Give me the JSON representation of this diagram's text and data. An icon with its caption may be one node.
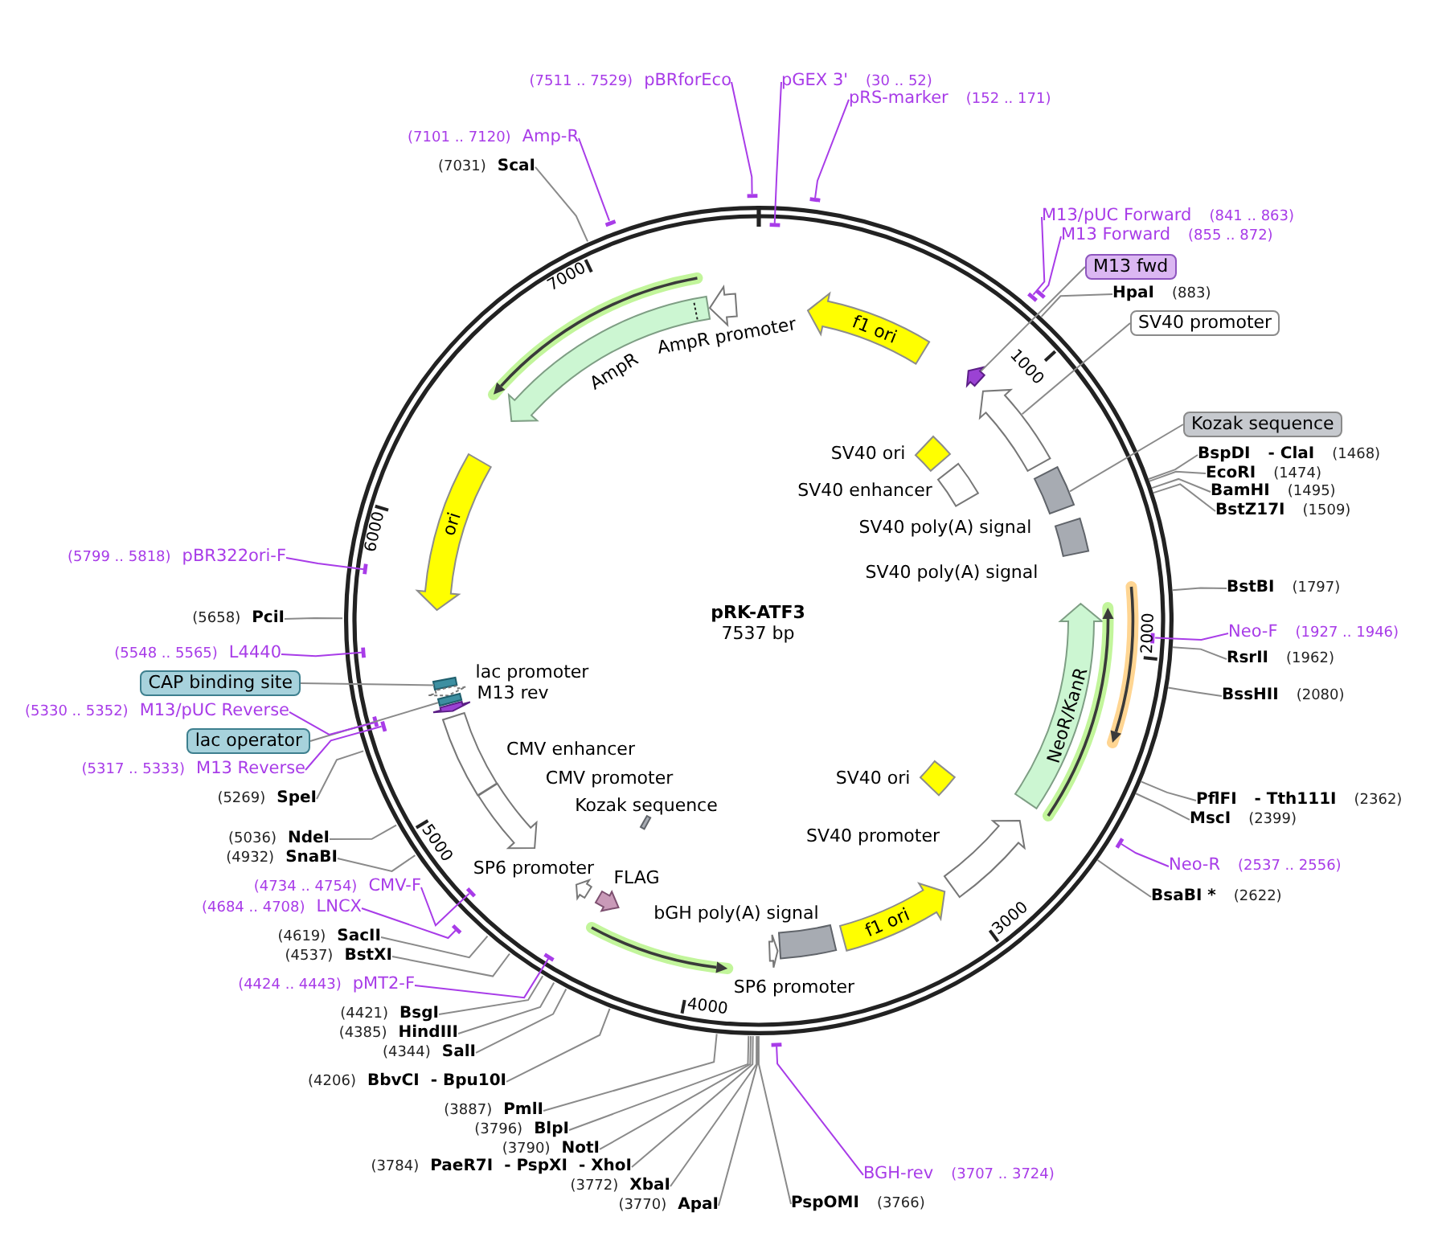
{
  "diagram": {
    "nodes": [
      {
        "text": [
          "pRK-ATF3",
          "7537 bp"
        ]
      },
      {
        "text": [
          "f1 ori"
        ],
        "in": 0
      },
      {
        "text": [],
        "shape": "arrow",
        "in": 0
      },
      {
        "text": [],
        "shape": "arrow",
        "in": 0
      },
      {
        "text": [],
        "shape": "box",
        "in": 0,
        "beside": [
          "SV40 ori"
        ]
      },
      {
        "text": [],
        "shape": "box",
        "in": 0,
        "beside": [
          "SV40 enhancer"
        ]
      },
      {
        "text": [],
        "shape": "box",
        "in": 0,
        "beside": [
          "SV40 poly(A) signal"
        ]
      },
      {
        "text": [],
        "shape": "box",
        "in": 0,
        "beside": [
          "SV40 poly(A) signal"
        ]
      },
      {
        "text": [
          "NeoR/KanR"
        ],
        "in": 0
      },
      {
        "text": [],
        "shape": "box",
        "in": 0,
        "beside": [
          "SV40 ori"
        ]
      },
      {
        "text": [],
        "shape": "arrow",
        "in": 0,
        "beside": [
          "SV40 promoter"
        ]
      },
      {
        "text": [
          "f1 ori"
        ],
        "in": 0
      },
      {
        "text": [],
        "shape": "box",
        "in": 0,
        "beside": [
          "bGH poly(A) signal"
        ]
      },
      {
        "text": [],
        "shape": "arrow",
        "in": 0,
        "beside": [
          "SP6 promoter"
        ]
      },
      {
        "text": [],
        "shape": "arrow",
        "in": 0,
        "beside": [
          "FLAG"
        ]
      },
      {
        "text": [],
        "shape": "box",
        "in": 0,
        "beside": [
          "Kozak sequence"
        ]
      },
      {
        "text": [],
        "shape": "arrow",
        "in": 0,
        "beside": [
          "SP6 promoter"
        ]
      },
      {
        "text": [],
        "shape": "arrow",
        "in": 0,
        "beside": [
          "CMV promoter"
        ]
      },
      {
        "text": [],
        "shape": "box",
        "in": 0,
        "beside": [
          "CMV enhancer"
        ]
      },
      {
        "text": [],
        "shape": "arrow",
        "in": 0,
        "beside": [
          "M13 rev"
        ]
      },
      {
        "text": [],
        "shape": "box",
        "in": 0
      },
      {
        "text": [],
        "shape": "arrow",
        "in": 0,
        "beside": [
          "lac promoter"
        ]
      },
      {
        "text": [],
        "shape": "box",
        "in": 0
      },
      {
        "text": [
          "ori"
        ],
        "in": 0
      },
      {
        "text": [],
        "shape": "arrow",
        "in": 0,
        "beside": [
          "AmpR"
        ]
      },
      {
        "text": [],
        "shape": "arrow",
        "in": 0,
        "beside": [
          "AmpR promoter"
        ]
      },
      {
        "text": [
          "(7511 .. 7529)",
          "pBRforEco"
        ]
      },
      {
        "text": [],
        "shape": "bar"
      },
      {
        "text": [
          "pGEX 3'",
          "(30 .. 52)"
        ]
      },
      {
        "text": [],
        "shape": "bar",
        "in": 0
      },
      {
        "text": [
          "pRS-marker",
          "(152 .. 171)"
        ]
      },
      {
        "text": [],
        "shape": "bar"
      },
      {
        "text": [
          "M13/pUC Forward",
          "(841 .. 863)"
        ]
      },
      {
        "text": [],
        "shape": "bar"
      },
      {
        "text": [
          "M13 Forward",
          "(855 .. 872)"
        ]
      },
      {
        "text": [],
        "shape": "bar"
      },
      {
        "text": [
          "M13 fwd"
        ]
      },
      {
        "text": [
          "HpaI",
          "(883)"
        ]
      },
      {
        "text": [
          "SV40 promoter"
        ]
      },
      {
        "text": [
          "Kozak sequence"
        ]
      },
      {
        "text": [
          "BspDI",
          "- ClaI",
          "(1468)"
        ]
      },
      {
        "text": [
          "EcoRI",
          "(1474)"
        ]
      },
      {
        "text": [
          "BamHI",
          "(1495)"
        ]
      },
      {
        "text": [
          "BstZ17I",
          "(1509)"
        ]
      },
      {
        "text": [
          "BstBI",
          "(1797)"
        ]
      },
      {
        "text": [
          "Neo-F",
          "(1927 .. 1946)"
        ]
      },
      {
        "text": [],
        "shape": "bar",
        "in": 0
      },
      {
        "text": [
          "RsrII",
          "(1962)"
        ]
      },
      {
        "text": [
          "BssHII",
          "(2080)"
        ]
      },
      {
        "text": [
          "PflFI",
          "- Tth111I",
          "(2362)"
        ]
      },
      {
        "text": [
          "MscI",
          "(2399)"
        ]
      },
      {
        "text": [
          "Neo-R",
          "(2537 .. 2556)"
        ]
      },
      {
        "text": [],
        "shape": "bar"
      },
      {
        "text": [
          "BsaBI *",
          "(2622)"
        ]
      },
      {
        "text": [
          "BGH-rev",
          "(3707 .. 3724)"
        ]
      },
      {
        "text": [],
        "shape": "bar"
      },
      {
        "text": [
          "PspOMI",
          "(3766)"
        ]
      },
      {
        "text": [
          "(3770)",
          "ApaI"
        ]
      },
      {
        "text": [
          "(3772)",
          "XbaI"
        ]
      },
      {
        "text": [
          "(3784)",
          "PaeR7I",
          "- PspXI",
          "- XhoI"
        ]
      },
      {
        "text": [
          "(3790)",
          "NotI"
        ]
      },
      {
        "text": [
          "(3796)",
          "BlpI"
        ]
      },
      {
        "text": [
          "(3887)",
          "PmlI"
        ]
      },
      {
        "text": [
          "(4206)",
          "BbvCI",
          "- Bpu10I"
        ]
      },
      {
        "text": [
          "(4344)",
          "SalI"
        ]
      },
      {
        "text": [
          "(4385)",
          "HindIII"
        ]
      },
      {
        "text": [
          "(4421)",
          "BsgI"
        ]
      },
      {
        "text": [
          "(4424 .. 4443)",
          "pMT2-F"
        ]
      },
      {
        "text": [],
        "shape": "bar",
        "in": 0
      },
      {
        "text": [
          "(4537)",
          "BstXI"
        ]
      },
      {
        "text": [
          "(4619)",
          "SacII"
        ]
      },
      {
        "text": [
          "(4684 .. 4708)",
          "LNCX"
        ]
      },
      {
        "text": [],
        "shape": "bar"
      },
      {
        "text": [
          "(4734 .. 4754)",
          "CMV-F"
        ]
      },
      {
        "text": [],
        "shape": "bar",
        "in": 0
      },
      {
        "text": [
          "(4932)",
          "SnaBI"
        ]
      },
      {
        "text": [
          "(5036)",
          "NdeI"
        ]
      },
      {
        "text": [
          "(5269)",
          "SpeI"
        ]
      },
      {
        "text": [
          "(5317 .. 5333)",
          "M13 Reverse"
        ]
      },
      {
        "text": [],
        "shape": "bar",
        "in": 0
      },
      {
        "text": [
          "lac operator"
        ]
      },
      {
        "text": [
          "(5330 .. 5352)",
          "M13/pUC Reverse"
        ]
      },
      {
        "text": [],
        "shape": "bar",
        "in": 0
      },
      {
        "text": [
          "CAP binding site"
        ]
      },
      {
        "text": [
          "(5548 .. 5565)",
          "L4440"
        ]
      },
      {
        "text": [],
        "shape": "bar",
        "in": 0
      },
      {
        "text": [
          "(5658)",
          "PciI"
        ]
      },
      {
        "text": [
          "(5799 .. 5818)",
          "pBR322ori-F"
        ]
      },
      {
        "text": [],
        "shape": "bar",
        "in": 0
      },
      {
        "text": [
          "(7031)",
          "ScaI"
        ]
      },
      {
        "text": [
          "(7101 .. 7120)",
          "Amp-R"
        ]
      },
      {
        "text": [],
        "shape": "bar"
      }
    ],
    "edges": [
      {
        "from": 26,
        "to": 27,
        "arrow": "none",
        "color": "#a83ce8"
      },
      {
        "from": 28,
        "to": 29,
        "arrow": "none",
        "color": "#a83ce8"
      },
      {
        "from": 30,
        "to": 31,
        "arrow": "none",
        "color": "#a83ce8"
      },
      {
        "from": 32,
        "to": 33,
        "arrow": "none",
        "color": "#a83ce8"
      },
      {
        "from": 34,
        "to": 35,
        "arrow": "none",
        "color": "#a83ce8"
      },
      {
        "from": 36,
        "to": 2,
        "arrow": "none"
      },
      {
        "from": 37,
        "to": 0,
        "arrow": "none"
      },
      {
        "from": 38,
        "to": 3,
        "arrow": "none"
      },
      {
        "from": 39,
        "to": 6,
        "arrow": "none"
      },
      {
        "from": 40,
        "to": 0,
        "arrow": "none"
      },
      {
        "from": 41,
        "to": 0,
        "arrow": "none"
      },
      {
        "from": 42,
        "to": 0,
        "arrow": "none"
      },
      {
        "from": 43,
        "to": 0,
        "arrow": "none"
      },
      {
        "from": 44,
        "to": 0,
        "arrow": "none"
      },
      {
        "from": 45,
        "to": 46,
        "arrow": "none",
        "color": "#a83ce8"
      },
      {
        "from": 47,
        "to": 0,
        "arrow": "none"
      },
      {
        "from": 48,
        "to": 0,
        "arrow": "none"
      },
      {
        "from": 49,
        "to": 0,
        "arrow": "none"
      },
      {
        "from": 50,
        "to": 0,
        "arrow": "none"
      },
      {
        "from": 51,
        "to": 52,
        "arrow": "none",
        "color": "#a83ce8"
      },
      {
        "from": 53,
        "to": 0,
        "arrow": "none"
      },
      {
        "from": 54,
        "to": 55,
        "arrow": "none",
        "color": "#a83ce8"
      },
      {
        "from": 56,
        "to": 0,
        "arrow": "none"
      },
      {
        "from": 57,
        "to": 0,
        "arrow": "none"
      },
      {
        "from": 58,
        "to": 0,
        "arrow": "none"
      },
      {
        "from": 59,
        "to": 0,
        "arrow": "none"
      },
      {
        "from": 60,
        "to": 0,
        "arrow": "none"
      },
      {
        "from": 61,
        "to": 0,
        "arrow": "none"
      },
      {
        "from": 62,
        "to": 0,
        "arrow": "none"
      },
      {
        "from": 63,
        "to": 0,
        "arrow": "none"
      },
      {
        "from": 64,
        "to": 0,
        "arrow": "none"
      },
      {
        "from": 65,
        "to": 0,
        "arrow": "none"
      },
      {
        "from": 66,
        "to": 0,
        "arrow": "none"
      },
      {
        "from": 67,
        "to": 68,
        "arrow": "none",
        "color": "#a83ce8"
      },
      {
        "from": 69,
        "to": 0,
        "arrow": "none"
      },
      {
        "from": 70,
        "to": 0,
        "arrow": "none"
      },
      {
        "from": 71,
        "to": 72,
        "arrow": "none",
        "color": "#a83ce8"
      },
      {
        "from": 73,
        "to": 74,
        "arrow": "none",
        "color": "#a83ce8"
      },
      {
        "from": 75,
        "to": 0,
        "arrow": "none"
      },
      {
        "from": 76,
        "to": 0,
        "arrow": "none"
      },
      {
        "from": 77,
        "to": 0,
        "arrow": "none"
      },
      {
        "from": 78,
        "to": 79,
        "arrow": "none",
        "color": "#a83ce8"
      },
      {
        "from": 80,
        "to": 22,
        "arrow": "none"
      },
      {
        "from": 81,
        "to": 82,
        "arrow": "none",
        "color": "#a83ce8"
      },
      {
        "from": 83,
        "to": 20,
        "arrow": "none"
      },
      {
        "from": 84,
        "to": 85,
        "arrow": "none",
        "color": "#a83ce8"
      },
      {
        "from": 86,
        "to": 0,
        "arrow": "none"
      },
      {
        "from": 87,
        "to": 88,
        "arrow": "none",
        "color": "#a83ce8"
      },
      {
        "from": 89,
        "to": 0,
        "arrow": "none"
      },
      {
        "from": 90,
        "to": 91,
        "arrow": "none",
        "color": "#a83ce8"
      }
    ],
    "labels": [
      "1000",
      "2000",
      "3000",
      "4000",
      "5000",
      "6000",
      "7000"
    ]
  }
}
